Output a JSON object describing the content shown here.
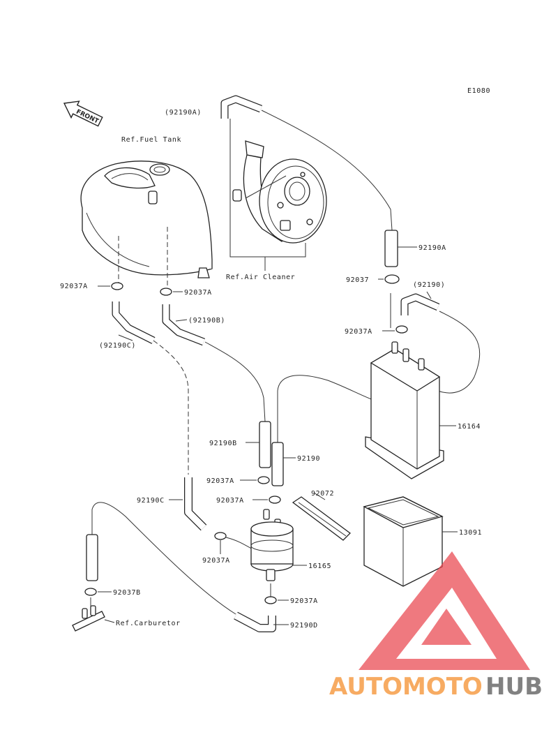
{
  "diagram_code": "E1080",
  "front_label": "FRONT",
  "labels": {
    "ref_fuel_tank": "Ref.Fuel Tank",
    "ref_air_cleaner": "Ref.Air Cleaner",
    "ref_carburetor": "Ref.Carburetor",
    "p92190a_top": "(92190A)",
    "p92190a_right": "92190A",
    "p92037_right": "92037",
    "p92190_paren": "(92190)",
    "p92037a_left": "92037A",
    "p92037a_mid": "92037A",
    "p92190b_paren": "(92190B)",
    "p92190c_paren": "(92190C)",
    "p92037a_canister": "92037A",
    "p16164": "16164",
    "p92190b": "92190B",
    "p92190": "92190",
    "p92037a_4": "92037A",
    "p92037a_5": "92037A",
    "p92072": "92072",
    "p92190c": "92190C",
    "p13091": "13091",
    "p92037a_6": "92037A",
    "p16165": "16165",
    "p92037b": "92037B",
    "p92037a_7": "92037A",
    "p92190d": "92190D"
  },
  "watermark": {
    "part1": "AUTOMOTO",
    "part2": "HUB",
    "color_orange": "#f6a04d",
    "color_red": "#e8414a",
    "color_gray": "#707070"
  }
}
